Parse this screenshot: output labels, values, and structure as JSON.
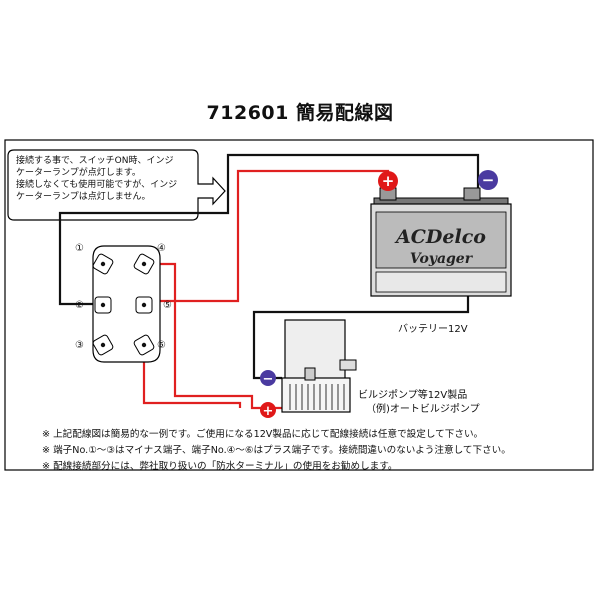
{
  "title": "712601 簡易配線図",
  "callout": {
    "lines": [
      "接続する事で、スイッチON時、インジ",
      "ケーターランプが点灯します。",
      "接続しなくても使用可能ですが、インジ",
      "ケーターランプは点灯しません。"
    ]
  },
  "switch": {
    "terminals": [
      "①",
      "②",
      "③",
      "④",
      "⑤",
      "⑥"
    ]
  },
  "battery": {
    "brand": "ACDelco",
    "model": "Voyager",
    "label": "バッテリー12V",
    "plus_symbol": "+",
    "minus_symbol": "−"
  },
  "pump": {
    "label_line1": "ビルジポンプ等12V製品",
    "label_line2": "（例)オートビルジポンプ",
    "plus_symbol": "+",
    "minus_symbol": "−"
  },
  "notes": [
    "※ 上記配線図は簡易的な一例です。ご使用になる12V製品に応じて配線接続は任意で設定して下さい。",
    "※ 端子No.①～③はマイナス端子、端子No.④～⑥はプラス端子です。接続間違いのないよう注意して下さい。",
    "※ 配線接続部分には、弊社取り扱いの「防水ターミナル」の使用をお勧めします。"
  ],
  "colors": {
    "plus_wire": "#e02020",
    "minus_wire": "#111111",
    "plus_badge": "#e01818",
    "minus_badge": "#4a3aa0"
  }
}
